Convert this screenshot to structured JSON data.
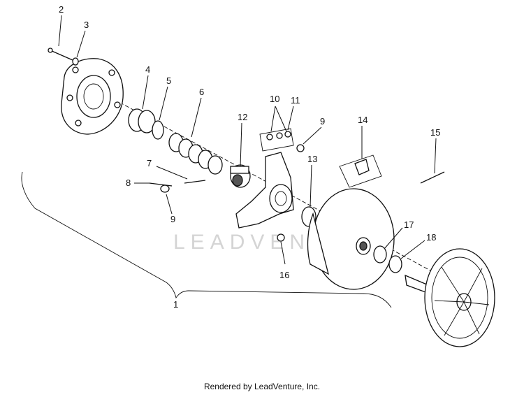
{
  "diagram": {
    "callouts": {
      "c1": "1",
      "c2": "2",
      "c3": "3",
      "c4": "4",
      "c5": "5",
      "c6": "6",
      "c7": "7",
      "c8": "8",
      "c9a": "9",
      "c9b": "9",
      "c10": "10",
      "c11": "11",
      "c12": "12",
      "c13": "13",
      "c14": "14",
      "c15": "15",
      "c16": "16",
      "c17": "17",
      "c18": "18"
    },
    "watermark": "LEADVENTURE"
  },
  "footer": {
    "credit": "Rendered by LeadVenture, Inc."
  }
}
